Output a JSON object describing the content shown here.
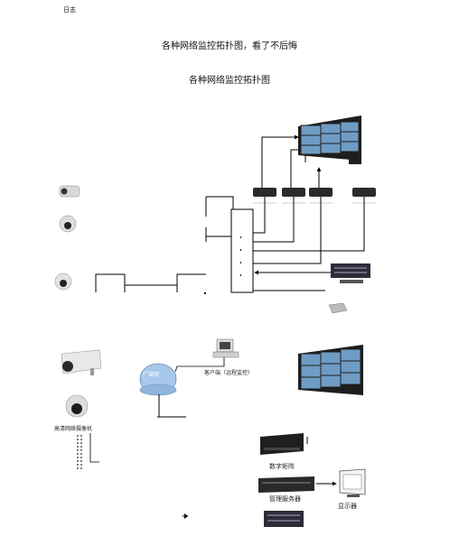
{
  "header": {
    "label": "日志"
  },
  "article": {
    "title": "各种网络监控拓扑图，看了不后悔",
    "subtitle": "各种网络监控拓扑图"
  },
  "diagram2": {
    "wan_label": "广域网",
    "client_label": "客户端（远程监控）",
    "camera_label": "高清网络摄像机",
    "matrix_label": "数字矩阵",
    "server_label": "管理服务器",
    "monitor_label": "显示器"
  },
  "colors": {
    "screen_blue": "#5f8fb8",
    "cloud_blue": "#9ec3e6",
    "device_dark": "#2b2b2b",
    "line": "#000000"
  }
}
